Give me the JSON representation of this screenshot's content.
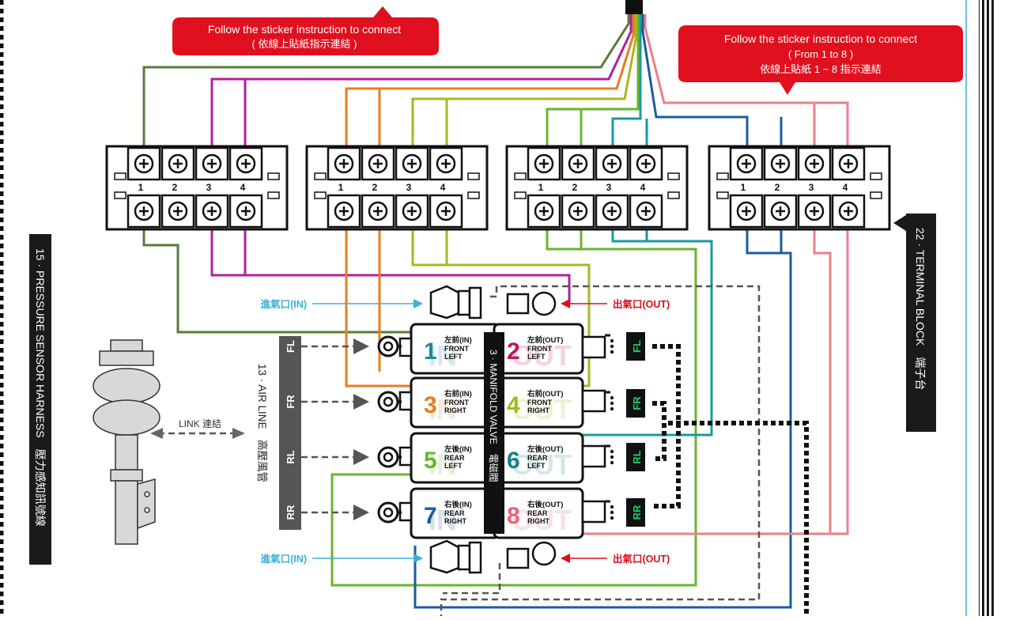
{
  "callouts": {
    "left": {
      "line1": "Follow the sticker instruction to connect",
      "line2": "( 依線上貼紙指示連結 )"
    },
    "right": {
      "line1": "Follow the sticker instruction to connect",
      "line2": "( From 1 to 8 )",
      "line3": "依線上貼紙 1 ~ 8 指示連結"
    }
  },
  "terminal_numbers": [
    "1",
    "2",
    "3",
    "4"
  ],
  "side_labels": {
    "harness": "15 · PRESSURE SENSOR HARNESS　壓力感知訊號線",
    "terminal": "22 · TERMINAL BLOCK　端子台",
    "manifold": "3 · MANIFOLD VALVE　電磁閥",
    "airline": "13 · AIR LINE　高壓風管",
    "link": "LINK 連結"
  },
  "ports": {
    "in_top": "進氣口(IN)",
    "out_top": "出氣口(OUT)",
    "in_bottom": "進氣口(IN)",
    "out_bottom": "出氣口(OUT)"
  },
  "corners": [
    "FL",
    "FR",
    "RL",
    "RR"
  ],
  "valves": [
    {
      "num": "1",
      "zh": "左前(IN)",
      "pos1": "FRONT",
      "pos2": "LEFT",
      "ghost": "IN",
      "color": "#1a8a9a"
    },
    {
      "num": "2",
      "zh": "左前(OUT)",
      "pos1": "FRONT",
      "pos2": "LEFT",
      "ghost": "OUT",
      "color": "#c0145e"
    },
    {
      "num": "3",
      "zh": "右前(IN)",
      "pos1": "FRONT",
      "pos2": "RIGHT",
      "ghost": "IN",
      "color": "#e87d1e"
    },
    {
      "num": "4",
      "zh": "右前(OUT)",
      "pos1": "FRONT",
      "pos2": "RIGHT",
      "ghost": "OUT",
      "color": "#a8b820"
    },
    {
      "num": "5",
      "zh": "左後(IN)",
      "pos1": "REAR",
      "pos2": "LEFT",
      "ghost": "IN",
      "color": "#6ab42e"
    },
    {
      "num": "6",
      "zh": "左後(OUT)",
      "pos1": "REAR",
      "pos2": "LEFT",
      "ghost": "OUT",
      "color": "#13808a"
    },
    {
      "num": "7",
      "zh": "右後(IN)",
      "pos1": "REAR",
      "pos2": "RIGHT",
      "ghost": "IN",
      "color": "#1b5c9e"
    },
    {
      "num": "8",
      "zh": "右後(OUT)",
      "pos1": "REAR",
      "pos2": "RIGHT",
      "ghost": "OUT",
      "color": "#e8607a"
    }
  ],
  "colors": {
    "callout_red": "#e0101e",
    "olive": "#5a7a3a",
    "magenta": "#b0209a",
    "orange": "#e87d1e",
    "yellowgreen": "#a8b820",
    "green": "#6ab42e",
    "teal": "#1a9aa0",
    "blue": "#1b5c9e",
    "pink": "#e8808a",
    "corner_green": "#0e8a4a",
    "in_arrow": "#3ab0d8",
    "out_arrow": "#d8101e"
  }
}
